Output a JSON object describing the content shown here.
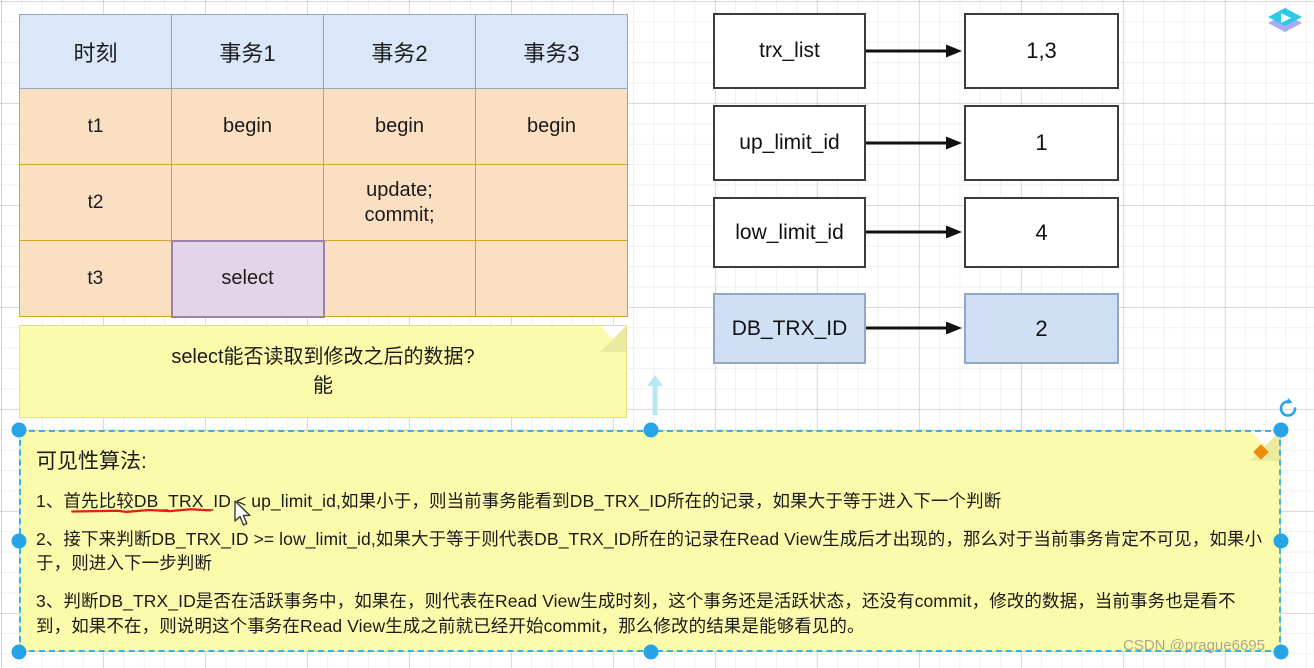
{
  "app": {
    "logo_icon": "diamond-play-logo",
    "watermark": "CSDN @prague6695"
  },
  "table": {
    "headers": [
      "时刻",
      "事务1",
      "事务2",
      "事务3"
    ],
    "rows": [
      {
        "time": "t1",
        "t1": "begin",
        "t2": "begin",
        "t3": "begin"
      },
      {
        "time": "t2",
        "t1": "",
        "t2": "update;\ncommit;",
        "t3": ""
      },
      {
        "time": "t3",
        "t1": "select",
        "t2": "",
        "t3": ""
      }
    ],
    "highlight_cell": "select",
    "colors": {
      "header_fill": "#d9e7f8",
      "header_border": "#93a9c9",
      "body_fill": "#fbdfc3",
      "body_border": "#d9a521",
      "select_fill": "#e3d5e8",
      "select_border": "#9d7fb0"
    }
  },
  "readview": {
    "pairs": [
      {
        "key": "trx_list",
        "value": "1,3",
        "highlight": false
      },
      {
        "key": "up_limit_id",
        "value": "1",
        "highlight": false
      },
      {
        "key": "low_limit_id",
        "value": "4",
        "highlight": false
      },
      {
        "key": "DB_TRX_ID",
        "value": "2",
        "highlight": true
      }
    ],
    "arrow_icon": "arrow-right-icon",
    "highlight_fill": "#cfe0f4"
  },
  "note_question": {
    "line1": "select能否读取到修改之后的数据?",
    "line2": "能"
  },
  "note_algo": {
    "title": "可见性算法:",
    "steps": [
      "1、首先比较DB_TRX_ID < up_limit_id,如果小于，则当前事务能看到DB_TRX_ID所在的记录，如果大于等于进入下一个判断",
      "2、接下来判断DB_TRX_ID >= low_limit_id,如果大于等于则代表DB_TRX_ID所在的记录在Read View生成后才出现的，那么对于当前事务肯定不可见，如果小于，则进入下一步判断",
      "3、判断DB_TRX_ID是否在活跃事务中，如果在，则代表在Read View生成时刻，这个事务还是活跃状态，还没有commit，修改的数据，当前事务也是看不到，如果不在，则说明这个事务在Read View生成之前就已经开始commit，那么修改的结果是能够看见的。"
    ],
    "annotation": {
      "type": "red-underline",
      "color": "#e81b1b"
    },
    "selected": true
  },
  "selection": {
    "handle_icon": "resize-handle",
    "handle_color": "#27a3e8",
    "rotate_icon": "rotate-icon",
    "corner_fold_icon": "corner-fold-handle",
    "corner_fold_color": "#f08a0c"
  },
  "cursor": {
    "icon": "mouse-pointer-icon"
  },
  "guide": {
    "icon": "guide-arrow-up-icon"
  }
}
